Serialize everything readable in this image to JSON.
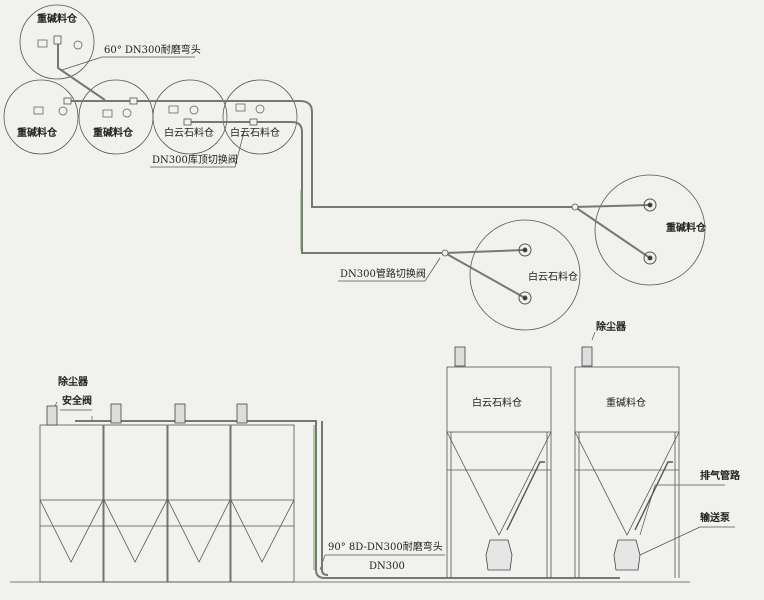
{
  "plan_view": {
    "silo_top": "重碱料仓",
    "silo_row": [
      "重碱料仓",
      "重碱料仓",
      "白云石料仓",
      "白云石料仓"
    ],
    "elbow_label": "60°  DN300耐磨弯头",
    "roof_valve_label": "DN300库顶切换阀",
    "pipe_valve_label": "DN300管路切换阀",
    "right_silo_dolomite": "白云石料仓",
    "right_silo_soda": "重碱料仓"
  },
  "elevation_view": {
    "dust_collector_left": "除尘器",
    "safety_valve": "安全阀",
    "elbow_label": "90°  8D-DN300耐磨弯头",
    "pipe_size": "DN300",
    "silo_dolomite": "白云石料仓",
    "silo_soda": "重碱料仓",
    "dust_collector_right": "除尘器",
    "exhaust_pipe": "排气管路",
    "conveying_pump": "输送泵"
  },
  "colors": {
    "line": "#555555",
    "pipe": "#7a7a7a",
    "green": "#6aa84f",
    "background": "#f1f1ee"
  }
}
